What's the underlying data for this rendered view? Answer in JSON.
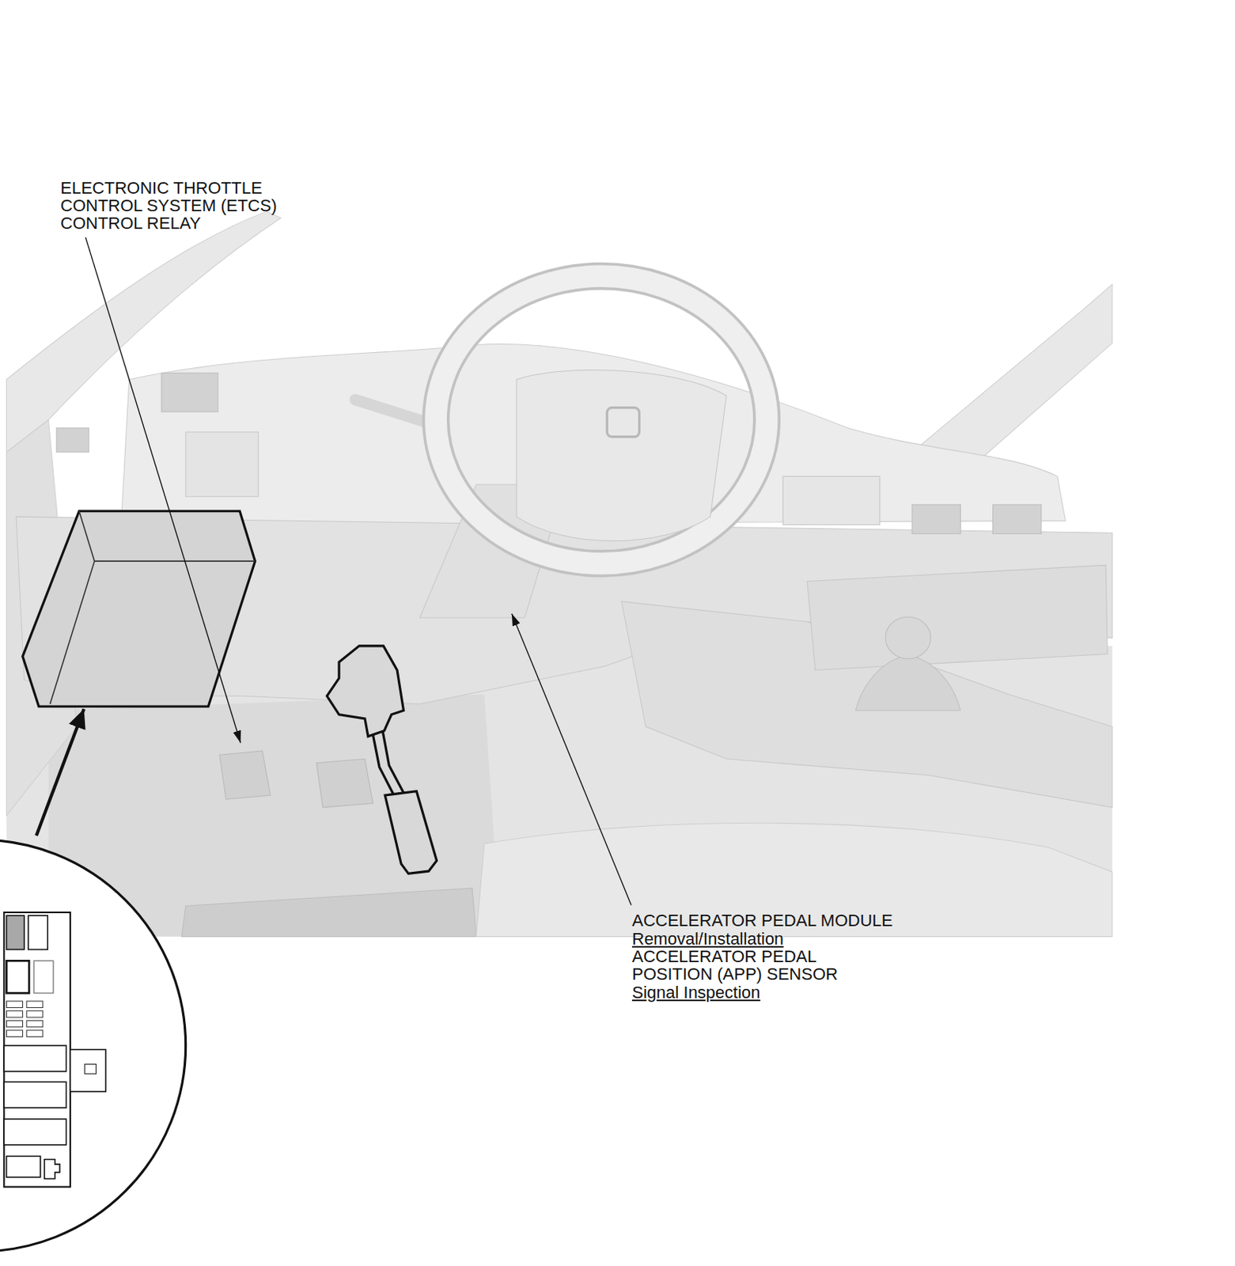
{
  "diagram": {
    "labels": [
      "ELECTRONIC THROTTLE CONTROL SYSTEM (ETCS) CONTROL RELAY",
      "ACCELERATOR PEDAL MODULE",
      "Removal/Installation",
      "ACCELERATOR PEDAL POSITION (APP) SENSOR",
      "Signal Inspection"
    ]
  }
}
